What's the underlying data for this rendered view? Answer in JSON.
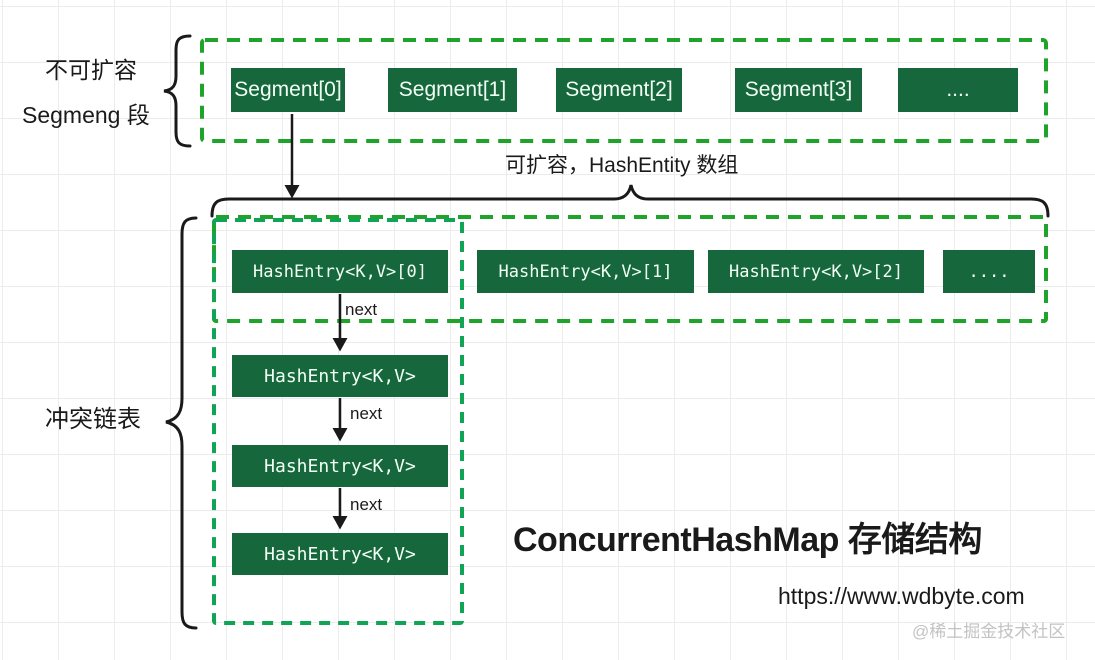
{
  "segment_section": {
    "label_line1": "不可扩容",
    "label_line2": "Segmeng 段",
    "cells": [
      "Segment[0]",
      "Segment[1]",
      "Segment[2]",
      "Segment[3]",
      "...."
    ]
  },
  "hashentry_section": {
    "label": "可扩容，HashEntity 数组",
    "cells": [
      "HashEntry<K,V>[0]",
      "HashEntry<K,V>[1]",
      "HashEntry<K,V>[2]",
      "...."
    ]
  },
  "chain_section": {
    "label": "冲突链表",
    "nodes": [
      "HashEntry<K,V>",
      "HashEntry<K,V>",
      "HashEntry<K,V>"
    ],
    "edge_labels": [
      "next",
      "next",
      "next"
    ]
  },
  "footer": {
    "title": "ConcurrentHashMap 存储结构",
    "url": "https://www.wdbyte.com",
    "watermark": "@稀土掘金技术社区"
  },
  "colors": {
    "box_fill": "#17673C",
    "box_text": "#F2FFF6",
    "dashed_green": "#1FA32B",
    "dashed_teal": "#12A455",
    "ink": "#1A1A1A",
    "watermark": "#C3C3C3",
    "grid": "#ECECEC"
  }
}
